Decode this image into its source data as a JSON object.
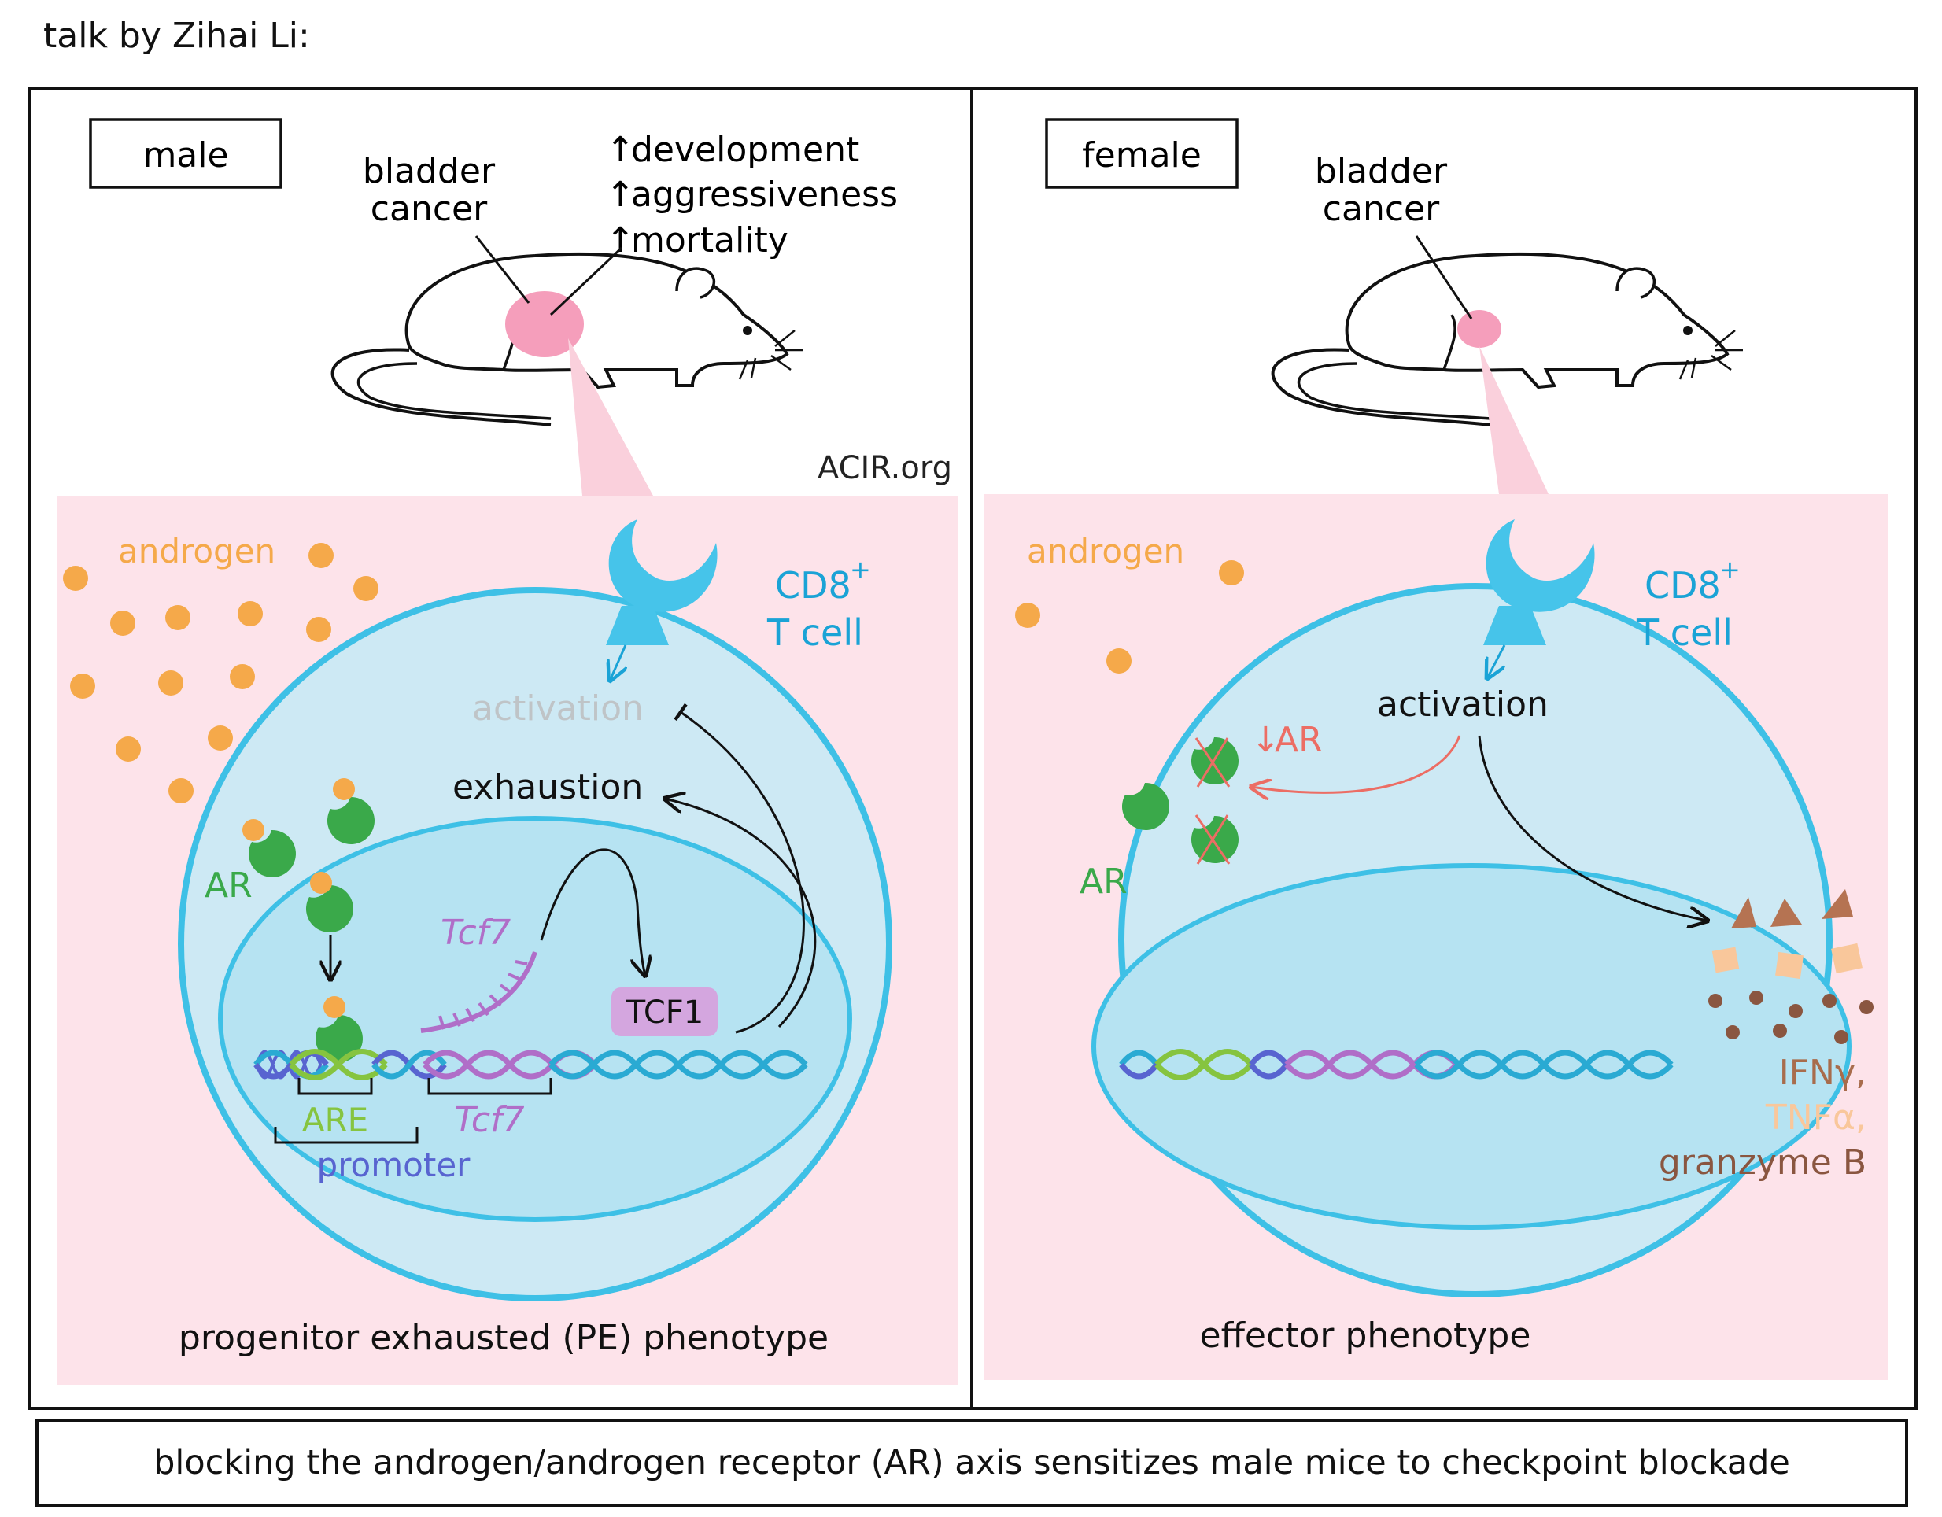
{
  "header": {
    "credit": "talk by Zihai Li:"
  },
  "male": {
    "tag": "male",
    "tumor_label": [
      "bladder",
      "cancer"
    ],
    "effects": [
      "development",
      "aggressiveness",
      "mortality"
    ],
    "watermark": "ACIR.org",
    "androgen": "androgen",
    "cell": [
      "CD8",
      "+",
      "T cell"
    ],
    "activation": "activation",
    "exhaustion": "exhaustion",
    "ar": "AR",
    "tcf7_rna": "Tcf7",
    "tcf1": "TCF1",
    "are": "ARE",
    "tcf7_gene": "Tcf7",
    "promoter": "promoter",
    "phenotype": "progenitor exhausted  (PE)  phenotype"
  },
  "female": {
    "tag": "female",
    "tumor_label": [
      "bladder",
      "cancer"
    ],
    "androgen": "androgen",
    "cell": [
      "CD8",
      "+",
      "T cell"
    ],
    "activation": "activation",
    "ar_down": "AR",
    "ar": "AR",
    "cytokines": [
      "IFNγ,",
      "TNFα,",
      "granzyme B"
    ],
    "phenotype": "effector  phenotype"
  },
  "footer": {
    "summary": "blocking  the  androgen/androgen receptor (AR) axis  sensitizes  male  mice  to  checkpoint  blockade"
  },
  "colors": {
    "panel_pink": "#fde3ea",
    "cell_outer": "#cde9f4",
    "cell_nucleus": "#b6e3f2",
    "cell_border": "#3ec0e6",
    "tcell_text": "#1aa3d6",
    "androgen": "#f5a94a",
    "ar": "#3aa94a",
    "are": "#86c440",
    "tcf7": "#b06ec8",
    "tcf1_box": "#d4a6df",
    "promoter": "#5864d0",
    "dna_cyan": "#2aaad3",
    "red_arrow": "#ec6d64",
    "tumor": "#f59ebb",
    "ifng": "#a86c4c",
    "tnfa": "#f9c79b",
    "granzyme": "#8a5640"
  }
}
